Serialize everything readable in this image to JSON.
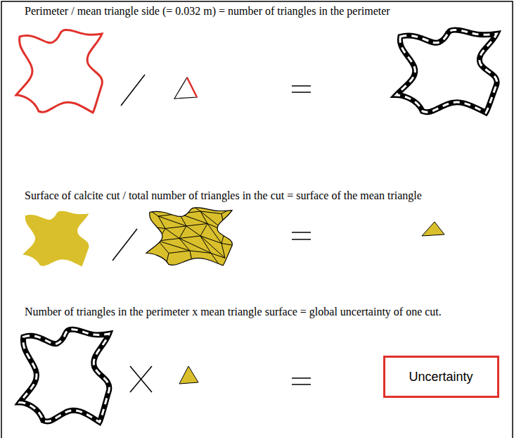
{
  "diagram": {
    "nodes": [
      {
        "text": [
          "Uncertainty"
        ]
      }
    ],
    "labels": [
      "Perimeter / mean triangle side (= 0.032 m) = number of triangles in the perimeter",
      "Surface of calcite cut / total number of triangles in the cut = surface of the mean triangle",
      "Number of triangles in the perimeter x mean triangle surface = global uncertainty of one cut."
    ]
  }
}
